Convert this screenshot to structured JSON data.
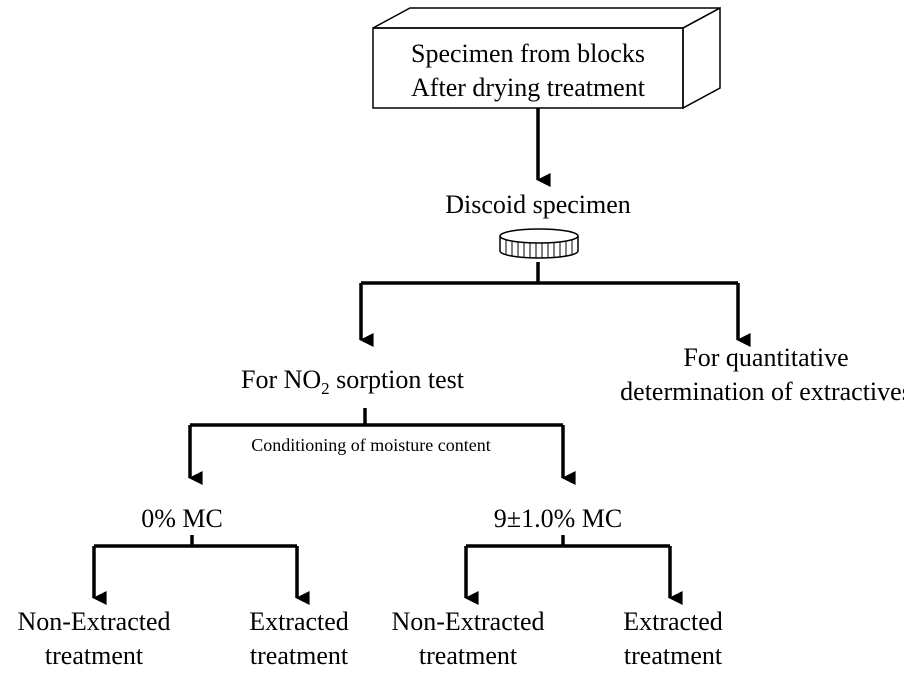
{
  "box": {
    "line1": "Specimen from blocks",
    "line2": "After drying treatment"
  },
  "discoid": {
    "label": "Discoid specimen",
    "icon": "discoid-specimen-icon"
  },
  "branch_left": {
    "label_prefix": "For NO",
    "label_sub": "2",
    "label_suffix": " sorption test"
  },
  "branch_right": {
    "line1": "For quantitative",
    "line2": "determination of extractives"
  },
  "conditioning": {
    "label": "Conditioning of moisture content"
  },
  "mc_left": {
    "label": "0% MC",
    "children": [
      {
        "line1": "Non-Extracted",
        "line2": "treatment"
      },
      {
        "line1": "Extracted",
        "line2": "treatment"
      }
    ]
  },
  "mc_right": {
    "label": "9±1.0% MC",
    "children": [
      {
        "line1": "Non-Extracted",
        "line2": "treatment"
      },
      {
        "line1": "Extracted",
        "line2": "treatment"
      }
    ]
  }
}
